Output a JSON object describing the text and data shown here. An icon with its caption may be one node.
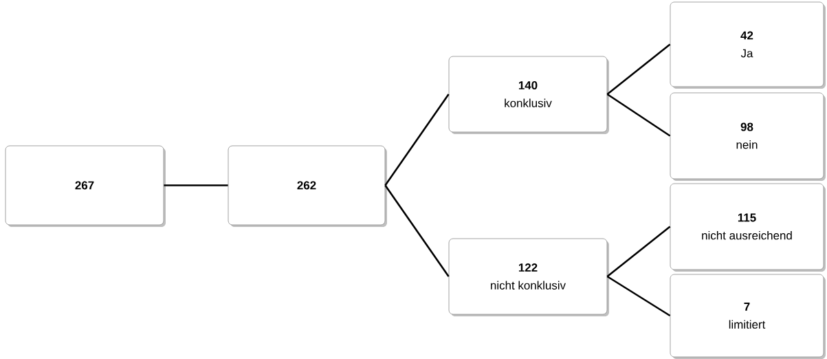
{
  "diagram": {
    "nodes": [
      {
        "text": [
          "267"
        ]
      },
      {
        "text": [
          "262"
        ]
      },
      {
        "text": [
          "140",
          "konklusiv"
        ]
      },
      {
        "text": [
          "122",
          "nicht konklusiv"
        ]
      },
      {
        "text": [
          "42",
          "Ja"
        ]
      },
      {
        "text": [
          "98",
          "nein"
        ]
      },
      {
        "text": [
          "115",
          "nicht ausreichend"
        ]
      },
      {
        "text": [
          "7",
          "limitiert"
        ]
      }
    ],
    "edges": [
      {
        "from": 0,
        "to": 1,
        "arrow": "none"
      },
      {
        "from": 1,
        "to": 2,
        "arrow": "none"
      },
      {
        "from": 1,
        "to": 3,
        "arrow": "none"
      },
      {
        "from": 2,
        "to": 4,
        "arrow": "none"
      },
      {
        "from": 2,
        "to": 5,
        "arrow": "none"
      },
      {
        "from": 3,
        "to": 6,
        "arrow": "none"
      },
      {
        "from": 3,
        "to": 7,
        "arrow": "none"
      }
    ]
  }
}
